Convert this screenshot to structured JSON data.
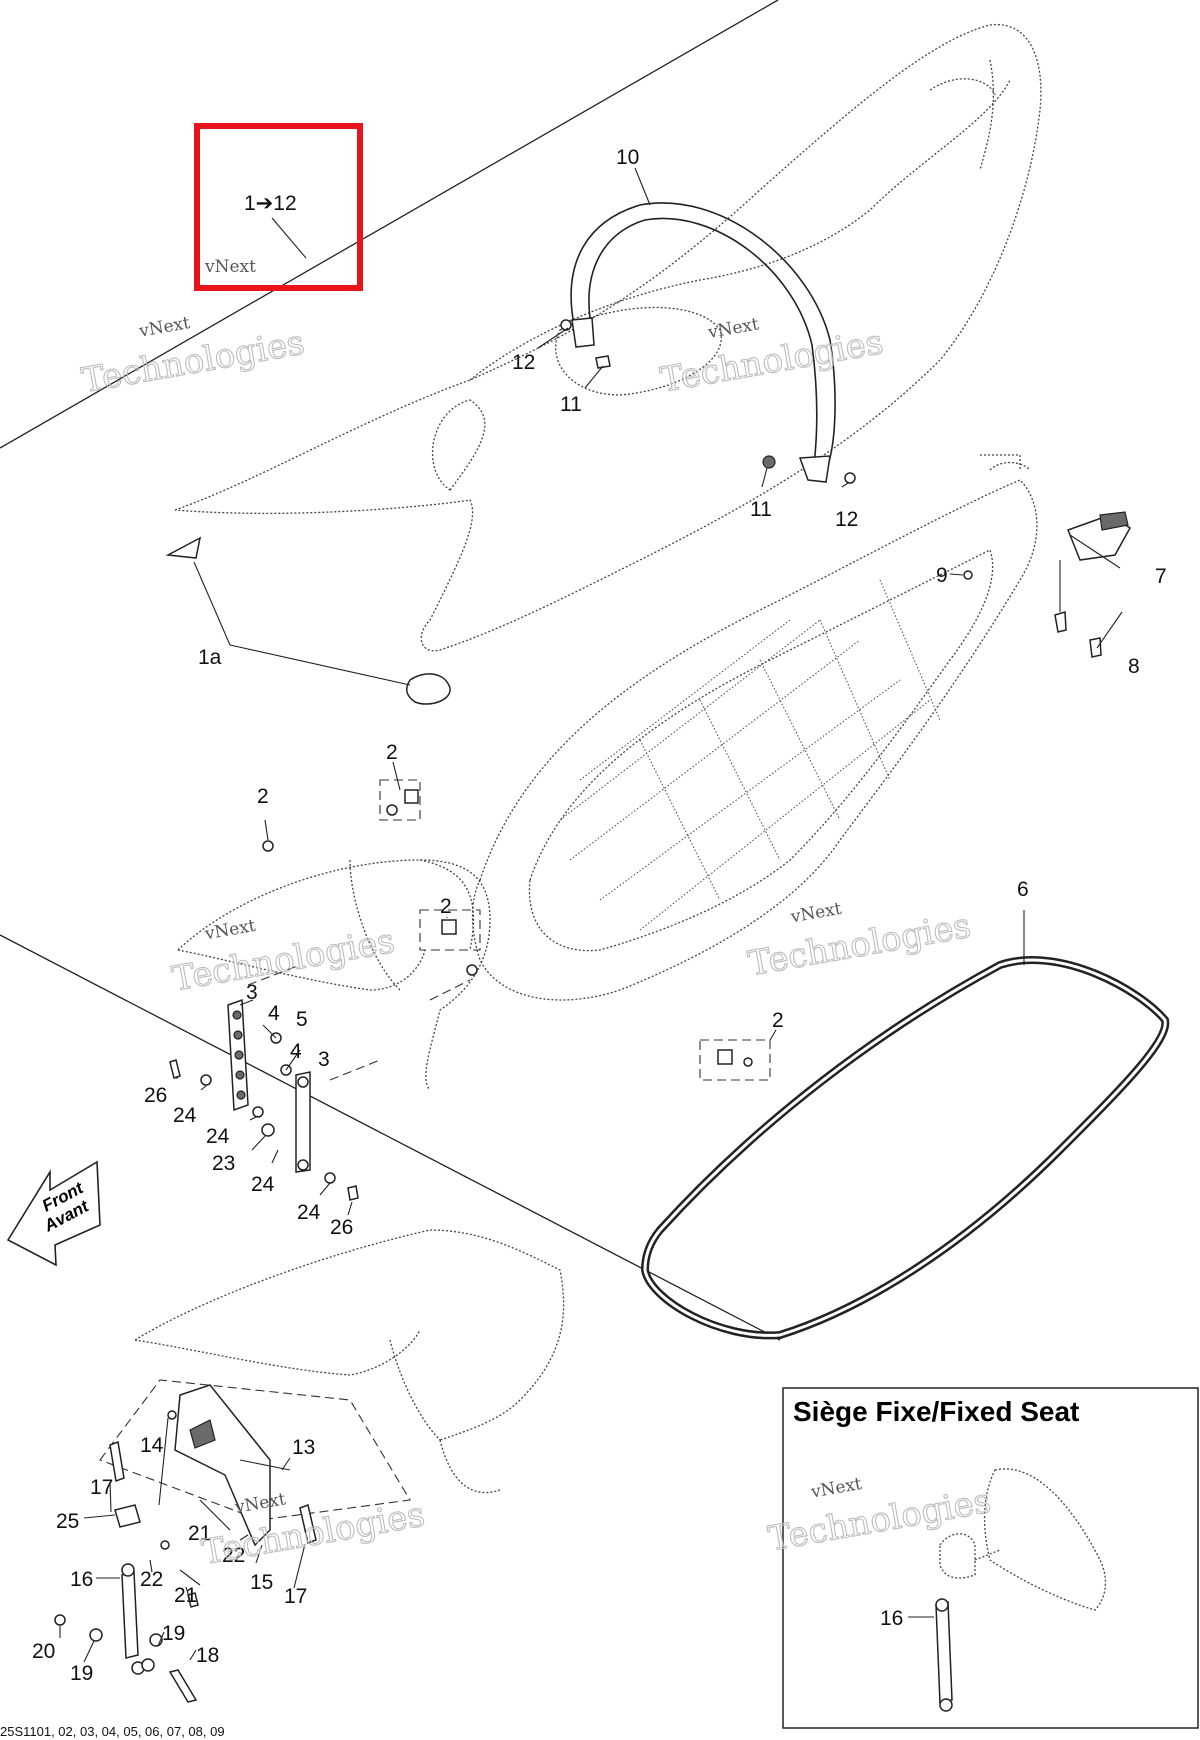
{
  "highlight": {
    "label": "1➔12",
    "color": "#e8141c"
  },
  "callouts": [
    "10",
    "12",
    "11",
    "11",
    "12",
    "9",
    "7",
    "8",
    "1a",
    "2",
    "2",
    "2",
    "2",
    "6",
    "3",
    "4",
    "5",
    "4",
    "3",
    "26",
    "24",
    "24",
    "23",
    "24",
    "24",
    "26",
    "14",
    "13",
    "17",
    "25",
    "21",
    "22",
    "16",
    "22",
    "21",
    "15",
    "17",
    "20",
    "19",
    "19",
    "18"
  ],
  "front_arrow": {
    "line1": "Front",
    "line2": "Avant"
  },
  "inset": {
    "title": "Siège Fixe/Fixed Seat",
    "callout": "16"
  },
  "footer": {
    "code": "25S1101, 02, 03, 04, 05, 06, 07, 08, 09"
  },
  "watermark": {
    "line1": "vNext",
    "line2": "Technologies"
  }
}
